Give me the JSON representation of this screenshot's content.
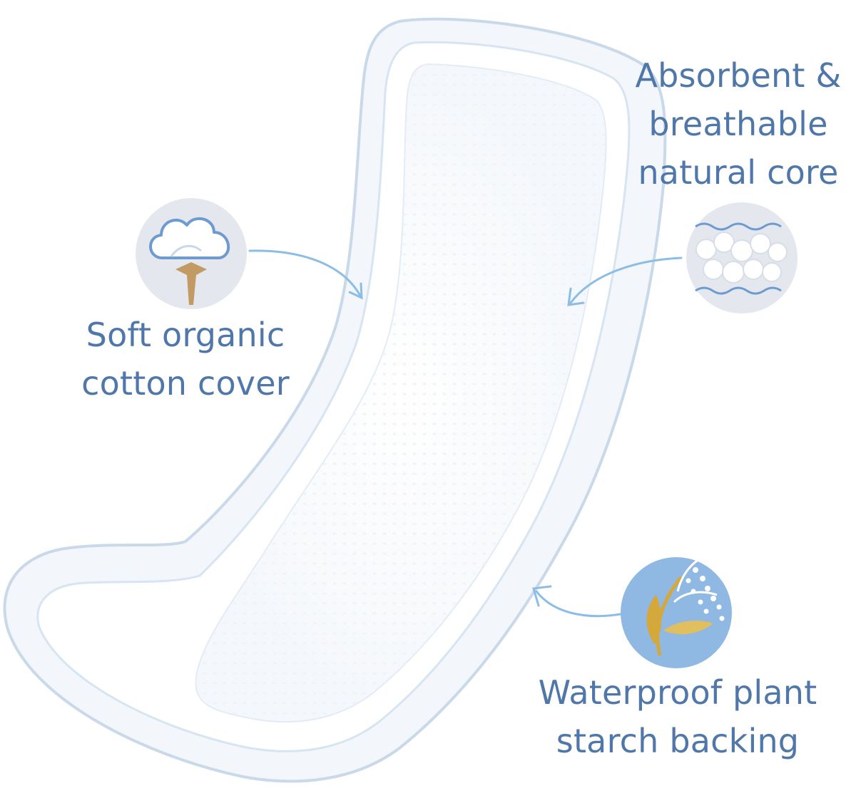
{
  "labels": {
    "cotton": {
      "line1": "Soft organic",
      "line2": "cotton cover"
    },
    "core": {
      "line1": "Absorbent &",
      "line2": "breathable",
      "line3": "natural core"
    },
    "backing": {
      "line1": "Waterproof plant",
      "line2": "starch backing"
    }
  },
  "colors": {
    "text": "#4f77a9",
    "arrow": "#8cbde6",
    "pad_outline": "#c9d9ea",
    "pad_edge": "#e6eef7",
    "icon_circle": "#e4e8ee",
    "backing_circle": "#8fb8e3",
    "cotton_stem": "#c29a63",
    "leaf": "#d4a83a"
  },
  "icons": [
    "cotton-icon",
    "fiber-core-icon",
    "plant-wheat-icon"
  ]
}
